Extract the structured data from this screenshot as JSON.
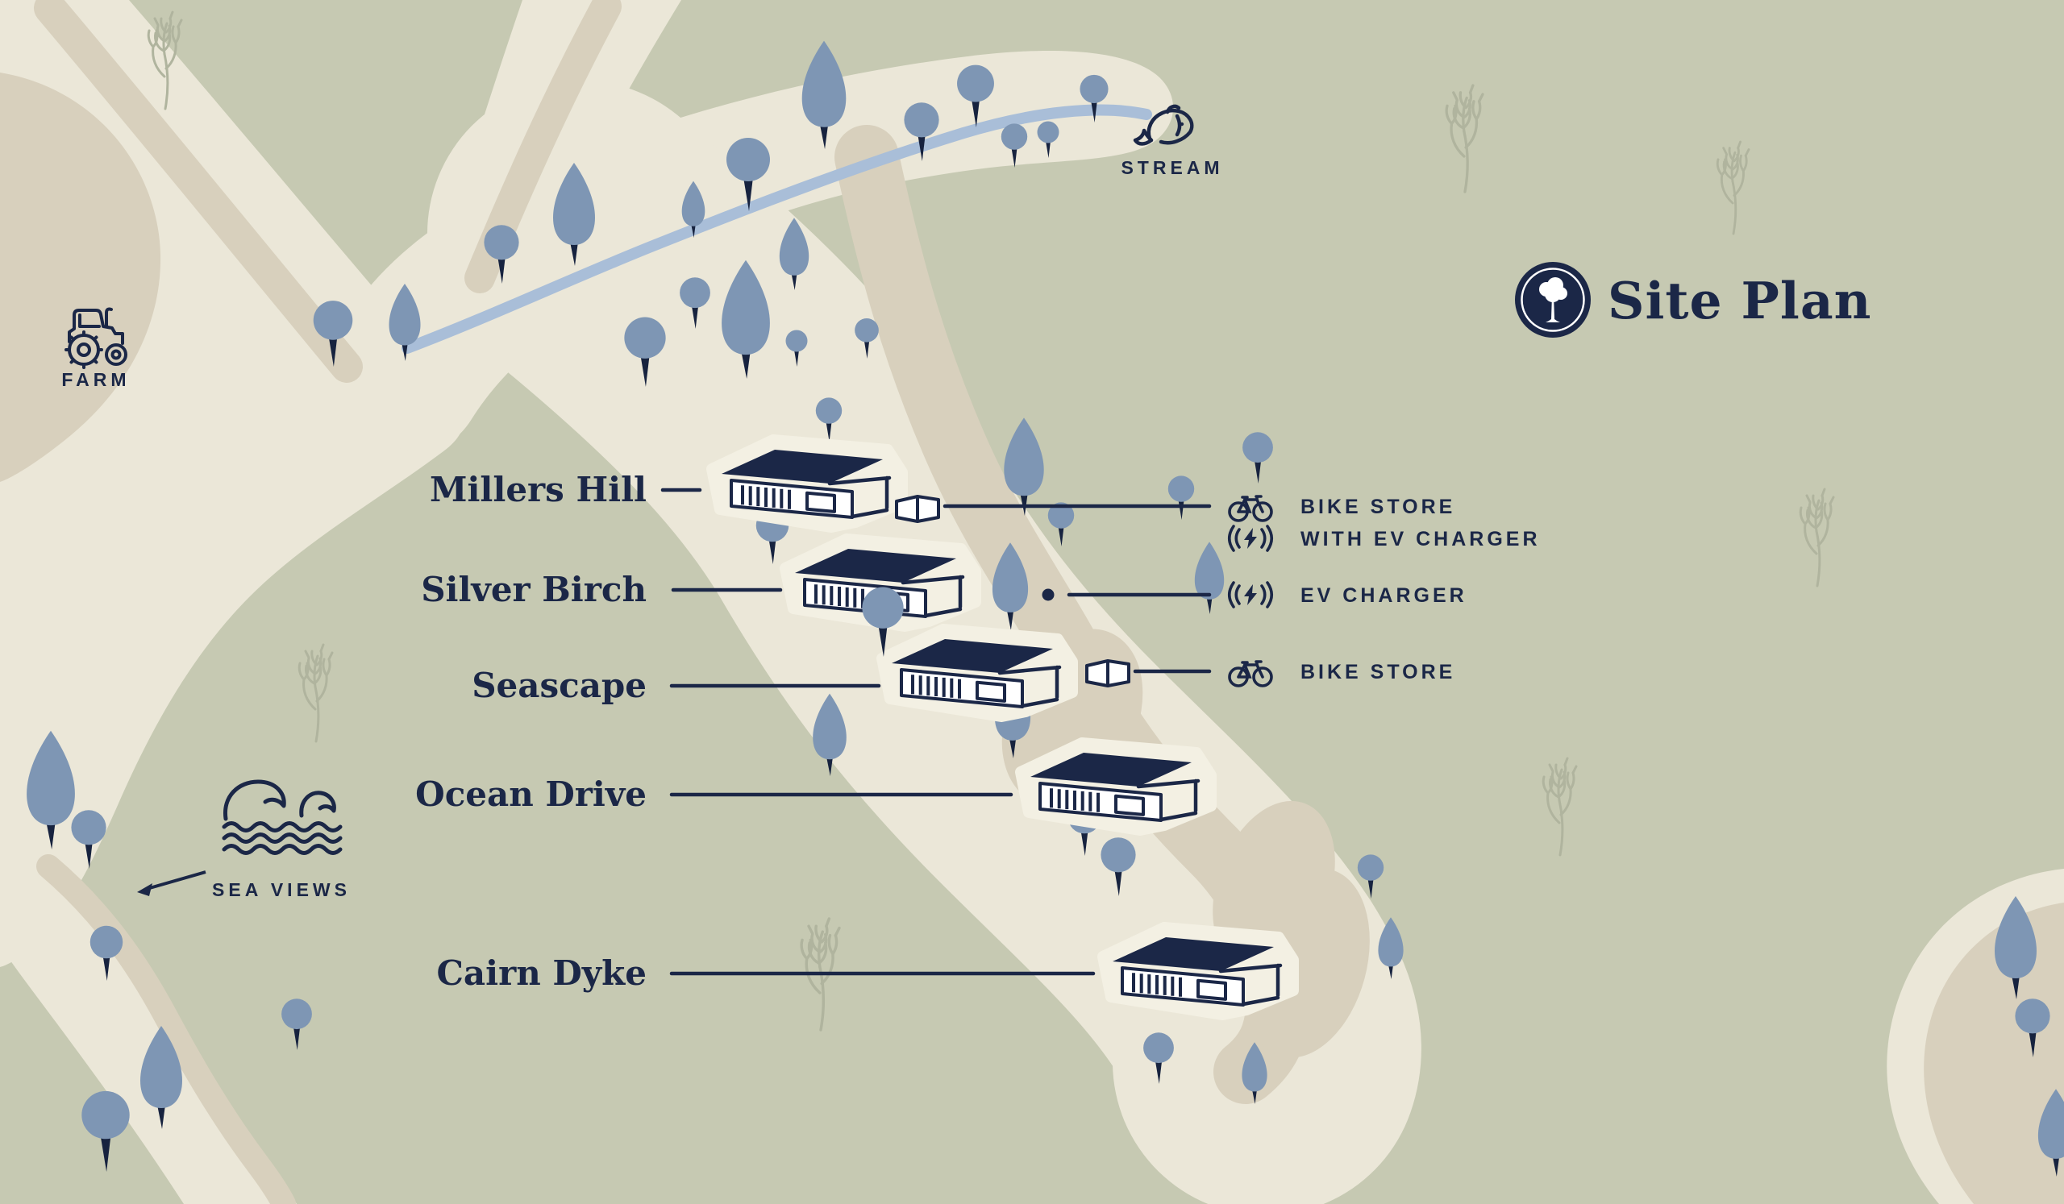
{
  "title": {
    "text": "Site Plan",
    "logo": "tree-logo-icon"
  },
  "map_labels": {
    "farm": "FARM",
    "stream": "STREAM",
    "sea_views": "SEA VIEWS"
  },
  "cabins": [
    {
      "name": "Millers Hill"
    },
    {
      "name": "Silver Birch"
    },
    {
      "name": "Seascape"
    },
    {
      "name": "Ocean Drive"
    },
    {
      "name": "Cairn Dyke"
    }
  ],
  "legend": [
    {
      "label": "BIKE STORE",
      "icon": "bike-icon"
    },
    {
      "label": "WITH EV CHARGER",
      "icon": "ev-charger-icon"
    },
    {
      "label": "EV CHARGER",
      "icon": "ev-charger-icon"
    },
    {
      "label": "BIKE STORE",
      "icon": "bike-icon"
    }
  ],
  "colors": {
    "navy": "#1b2747",
    "sage": "#c6c9b2",
    "cream": "#ebe7d8",
    "tan": "#d8d0bd",
    "tree_blue": "#7e96b4",
    "stream_blue": "#a9bed8",
    "halo_white": "#f3f0e3",
    "wheat": "#b0b49e"
  }
}
